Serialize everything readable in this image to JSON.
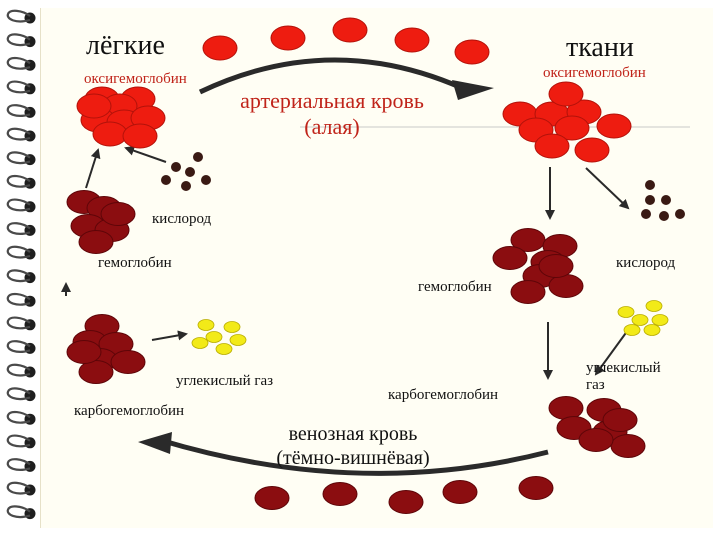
{
  "labels": {
    "lungs": "лёгкие",
    "tissues": "ткани",
    "oxyhemoglobin_left": "оксигемоглобин",
    "oxyhemoglobin_right": "оксигемоглобин",
    "arterial_blood_line1": "артериальная кровь",
    "arterial_blood_line2": "(алая)",
    "oxygen_left": "кислород",
    "hemoglobin_left": "гемоглобин",
    "oxygen_right": "кислород",
    "hemoglobin_center": "гемоглобин",
    "carbon_dioxide_left": "углекислый газ",
    "carbohemoglobin_left": "карбогемоглобин",
    "carbohemoglobin_center": "карбогемоглобин",
    "carbon_dioxide_right_line1": "углекислый",
    "carbon_dioxide_right_line2": "газ",
    "venous_blood_line1": "венозная кровь",
    "venous_blood_line2": "(тёмно-вишнёвая)"
  },
  "colors": {
    "arterial_cell": "#ee1c10",
    "venous_cell": "#8b0d10",
    "oxygen_dot": "#3a1a14",
    "co2_dot": "#f2ea18",
    "arrow": "#2a2a2a",
    "label_red": "#c0241a"
  }
}
